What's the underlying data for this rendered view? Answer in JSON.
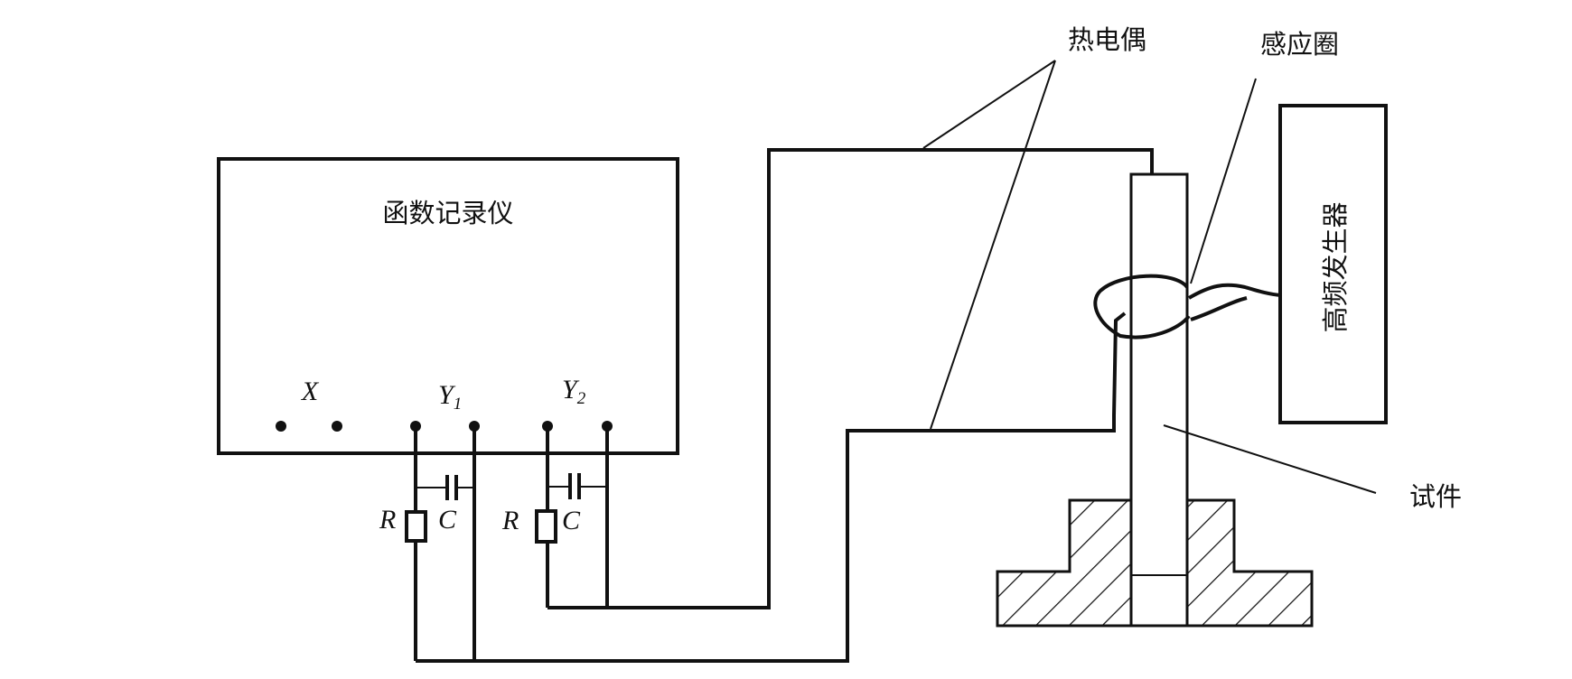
{
  "labels": {
    "recorder": "函数记录仪",
    "thermocouple": "热电偶",
    "induction_coil": "感应圈",
    "hf_generator": "高频发生器",
    "specimen": "试件"
  },
  "terminals": {
    "x": "X",
    "y1_main": "Y",
    "y1_sub": "1",
    "y2_main": "Y",
    "y2_sub": "2"
  },
  "components": {
    "r1": "R",
    "c1": "C",
    "r2": "R",
    "c2": "C"
  }
}
